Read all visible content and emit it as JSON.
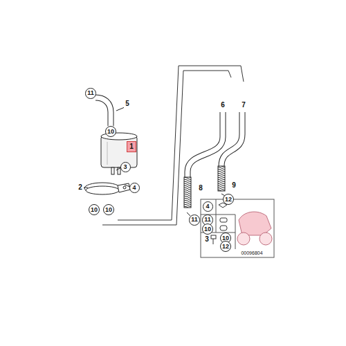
{
  "diagram": {
    "labels": [
      "11",
      "5",
      "10",
      "1",
      "3",
      "2",
      "4",
      "10",
      "10",
      "6",
      "7",
      "8",
      "9",
      "12",
      "11",
      "4",
      "11",
      "10",
      "3",
      "10",
      "12",
      "00096804"
    ]
  }
}
